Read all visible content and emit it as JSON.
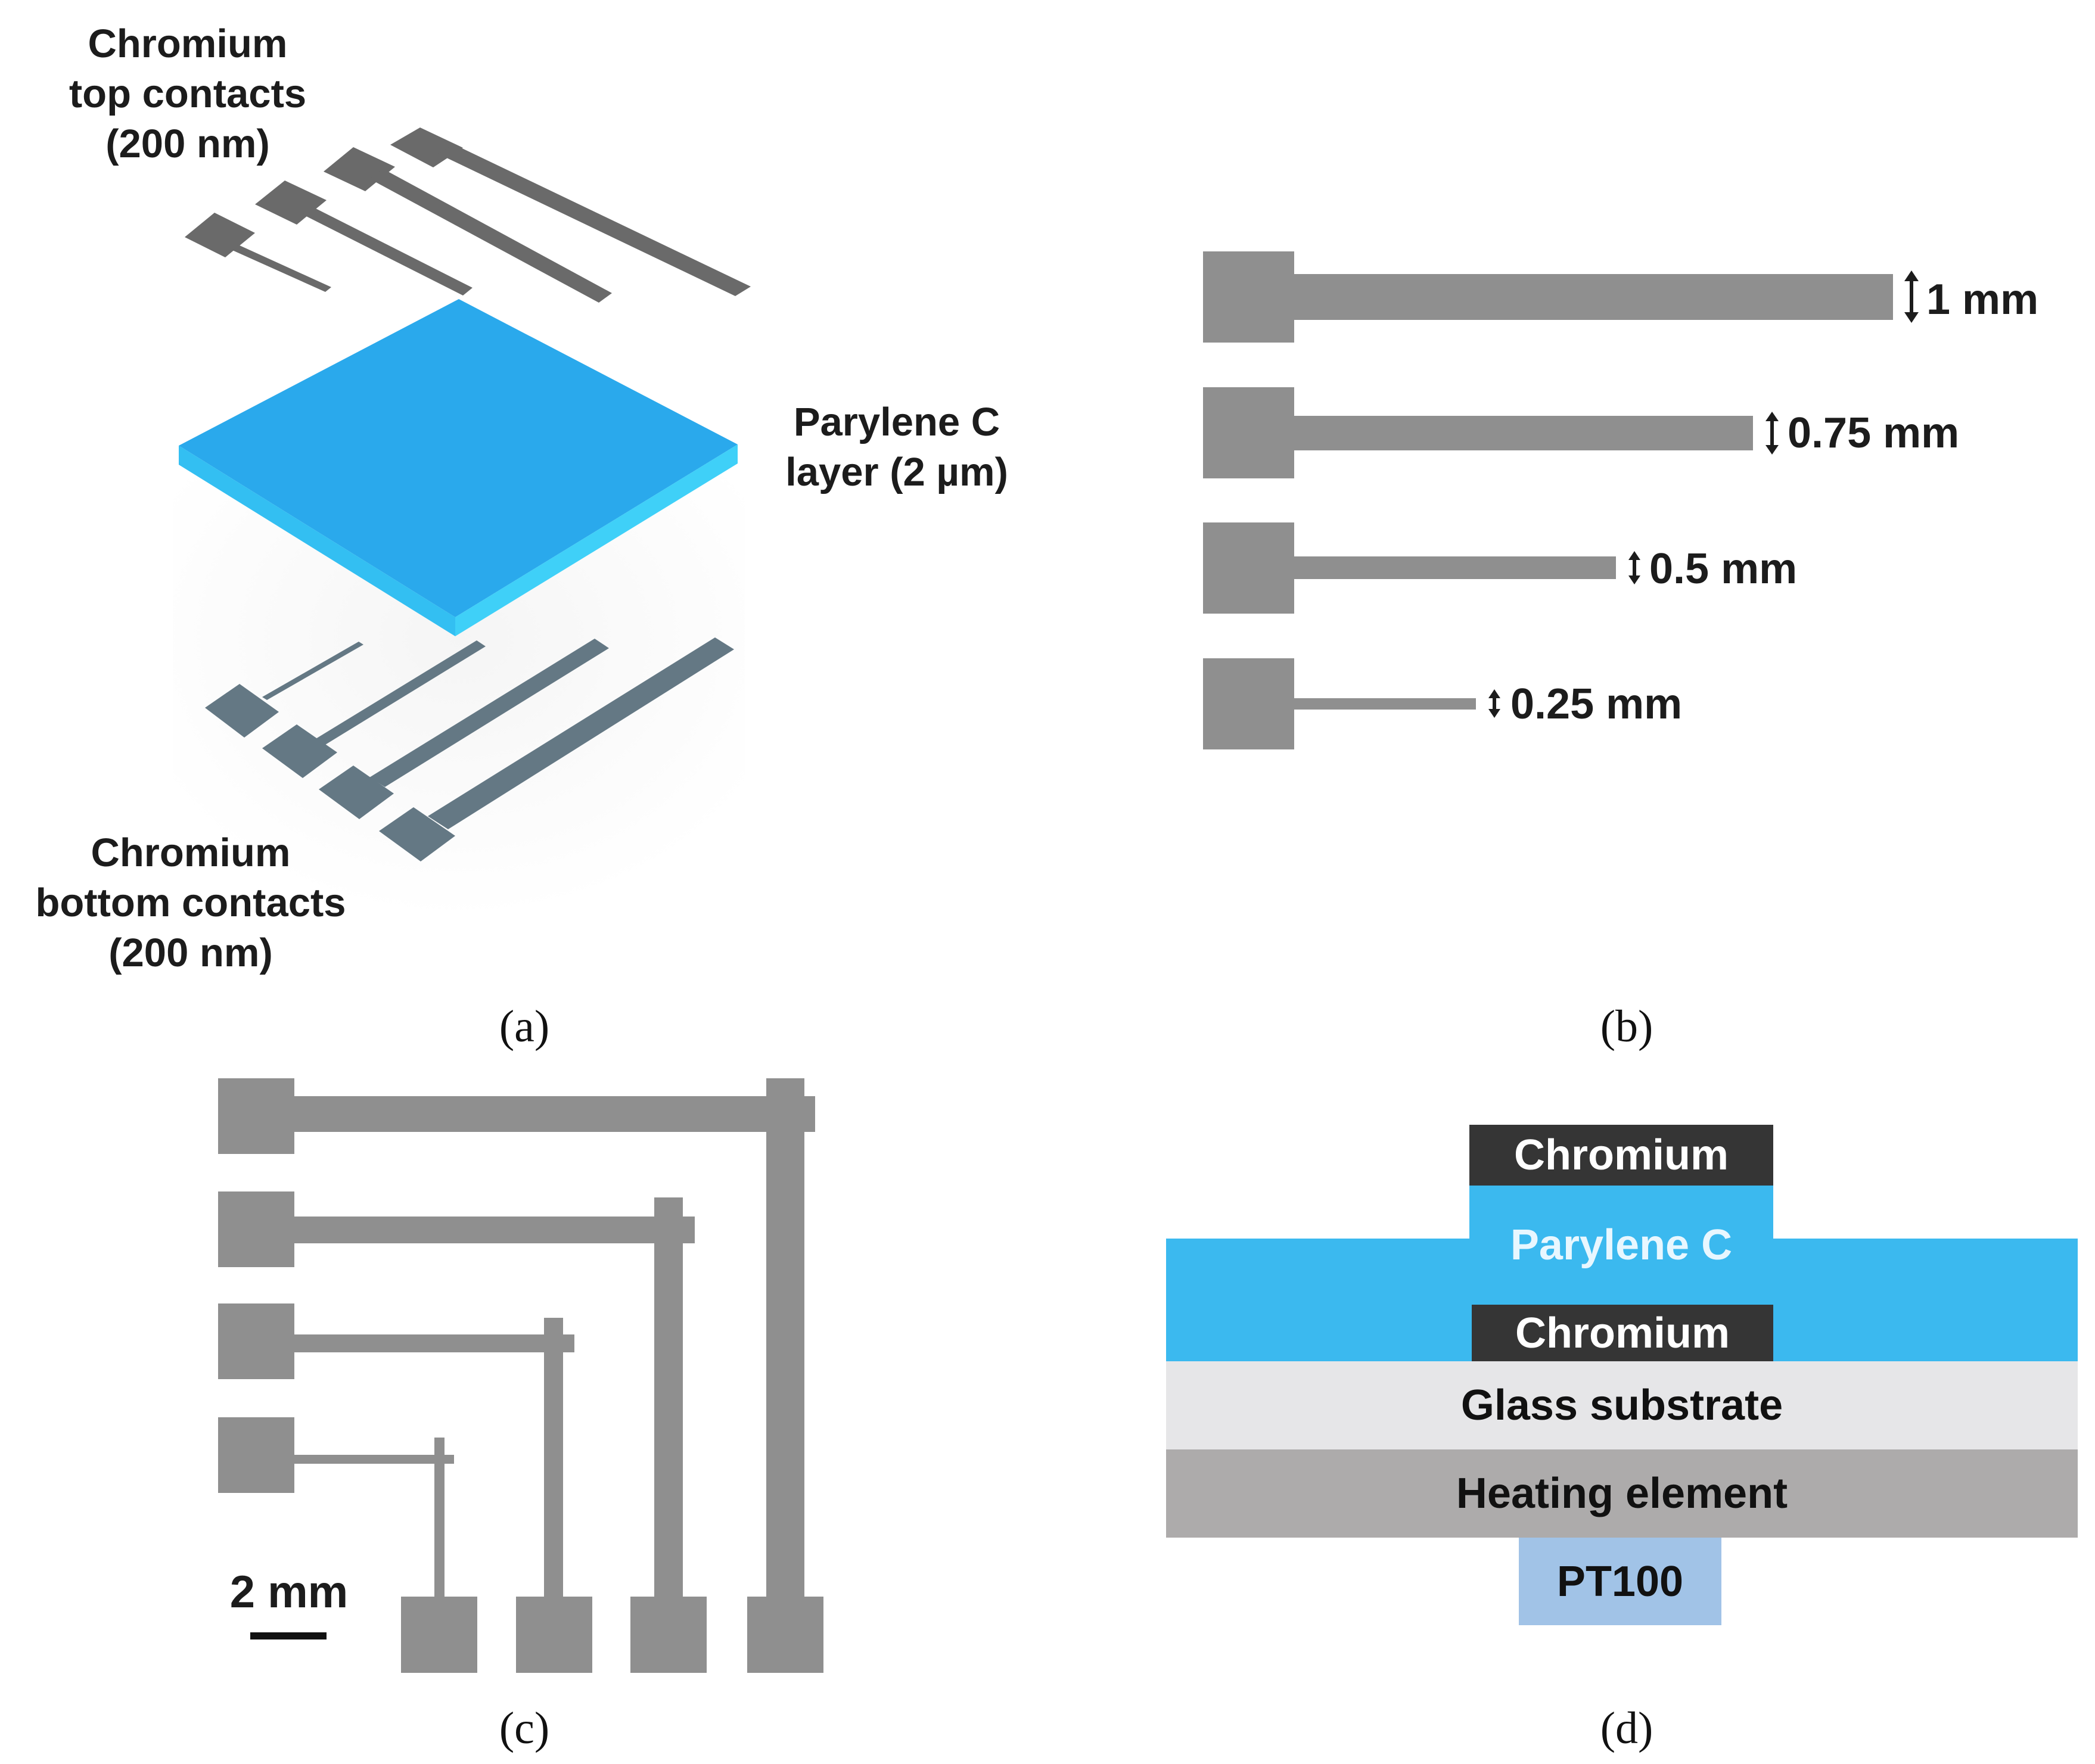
{
  "panel_a": {
    "top_label": [
      "Chromium",
      "top contacts",
      "(200 nm)"
    ],
    "layer_label": [
      "Parylene C",
      "layer (2 µm)"
    ],
    "bottom_label": [
      "Chromium",
      "bottom contacts",
      "(200 nm)"
    ],
    "caption": "(a)",
    "colors": {
      "contact_top": "#6a6a6a",
      "contact_bottom": "#647884",
      "parylene_top": "#2aa9ec",
      "parylene_side": "#37c8f5"
    }
  },
  "panel_b": {
    "widths": [
      "1 mm",
      "0.75 mm",
      "0.5 mm",
      "0.25 mm"
    ],
    "caption": "(b)",
    "colors": {
      "contact": "#8f8f8f"
    }
  },
  "panel_c": {
    "scale_label": "2 mm",
    "caption": "(c)",
    "colors": {
      "contact": "#8f8f8f"
    }
  },
  "panel_d": {
    "layers": {
      "chromium_top": "Chromium",
      "parylene": "Parylene C",
      "chromium_bottom": "Chromium",
      "glass": "Glass substrate",
      "heater": "Heating element",
      "sensor": "PT100"
    },
    "caption": "(d)",
    "colors": {
      "chromium": "#353535",
      "parylene": "#3bb9ef",
      "glass": "#e6e6e8",
      "heater": "#adabab",
      "sensor": "#a1c3e7"
    }
  }
}
